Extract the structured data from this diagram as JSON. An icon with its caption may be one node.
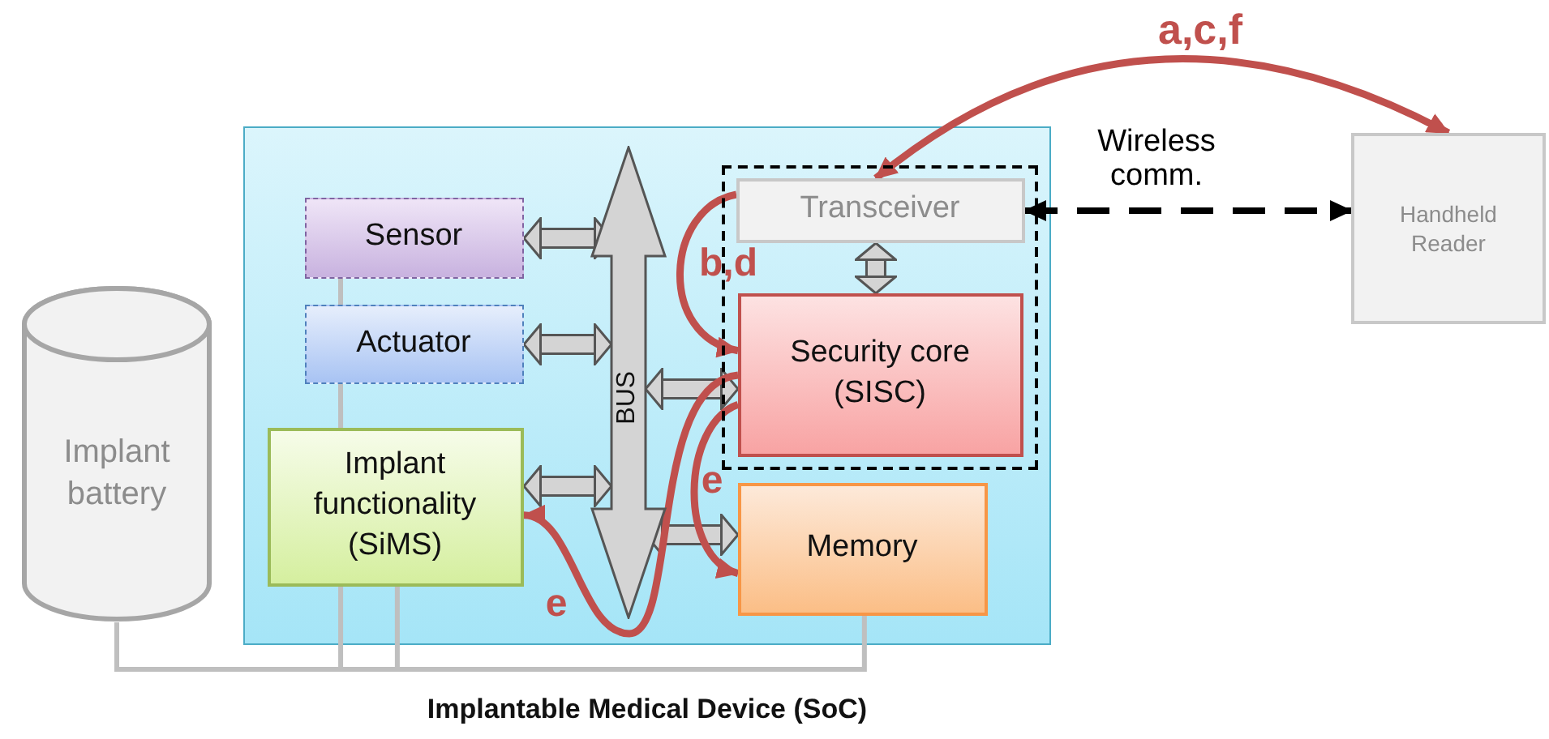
{
  "diagram": {
    "nodes": [
      {
        "text": [
          "Implantable Medical Device (SoC)"
        ]
      },
      {
        "text": [
          "Sensor"
        ],
        "in": 0
      },
      {
        "text": [
          "Actuator"
        ],
        "in": 0
      },
      {
        "text": [
          "Implant functionality (SiMS)"
        ],
        "in": 0
      },
      {
        "text": [
          "BUS"
        ],
        "in": 0
      },
      {
        "text": [],
        "shape": "box",
        "in": 0
      },
      {
        "text": [
          "Transceiver"
        ],
        "in": 5
      },
      {
        "text": [
          "Security core (SISC)"
        ],
        "in": 5
      },
      {
        "text": [
          "Memory"
        ],
        "in": 0
      },
      {
        "text": [
          "Implant battery"
        ]
      },
      {
        "text": [
          "Handheld Reader"
        ]
      }
    ],
    "edges": [
      {
        "from": 1,
        "to": 4,
        "arrow": "both",
        "style": "thick"
      },
      {
        "from": 2,
        "to": 4,
        "arrow": "both",
        "style": "thick"
      },
      {
        "from": 3,
        "to": 4,
        "arrow": "both",
        "style": "thick"
      },
      {
        "from": 7,
        "to": 4,
        "arrow": "both",
        "style": "thick"
      },
      {
        "from": 8,
        "to": 4,
        "arrow": "both",
        "style": "thick"
      },
      {
        "from": 6,
        "to": 7,
        "arrow": "both",
        "style": "thick"
      },
      {
        "from": 6,
        "to": 10,
        "arrow": "both",
        "style": "dashed",
        "color": "#000000",
        "label": "Wireless comm."
      },
      {
        "from": 6,
        "to": 10,
        "arrow": "both",
        "color": "#c0504d",
        "label": "a,c,f"
      },
      {
        "from": 6,
        "to": 7,
        "arrow": "to",
        "color": "#c0504d",
        "label": "b,d"
      },
      {
        "from": 7,
        "to": 3,
        "arrow": "to",
        "color": "#c0504d",
        "label": "e"
      },
      {
        "from": 7,
        "to": 8,
        "arrow": "to",
        "color": "#c0504d",
        "label": "e"
      },
      {
        "from": 9,
        "to": 3,
        "arrow": "none",
        "color": "#bfbfbf"
      },
      {
        "from": 9,
        "to": 3,
        "arrow": "none",
        "color": "#bfbfbf"
      },
      {
        "from": 3,
        "to": 2,
        "arrow": "none",
        "color": "#bfbfbf"
      },
      {
        "from": 2,
        "to": 1,
        "arrow": "none",
        "color": "#bfbfbf"
      },
      {
        "from": 9,
        "to": 8,
        "arrow": "none",
        "color": "#bfbfbf"
      }
    ]
  }
}
